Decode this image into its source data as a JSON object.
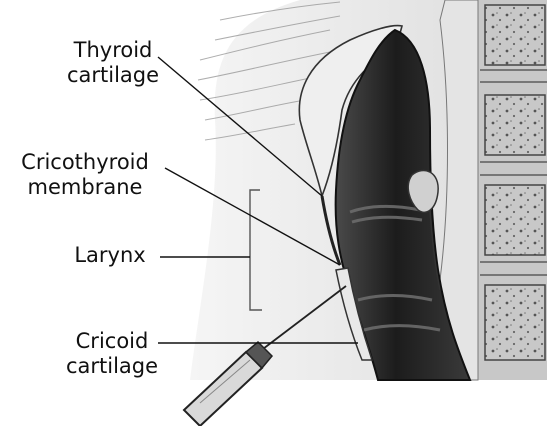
{
  "labels": {
    "thyroid": {
      "line1": "Thyroid",
      "line2": "cartilage"
    },
    "cricothyroid": {
      "line1": "Cricothyroid",
      "line2": "membrane"
    },
    "larynx": {
      "line1": "Larynx"
    },
    "cricoid": {
      "line1": "Cricoid",
      "line2": "cartilage"
    }
  },
  "colors": {
    "ink": "#111111",
    "airway": "#2b2b2b",
    "tissue": "#d9d9d9",
    "spine": "#bcbcbc"
  }
}
